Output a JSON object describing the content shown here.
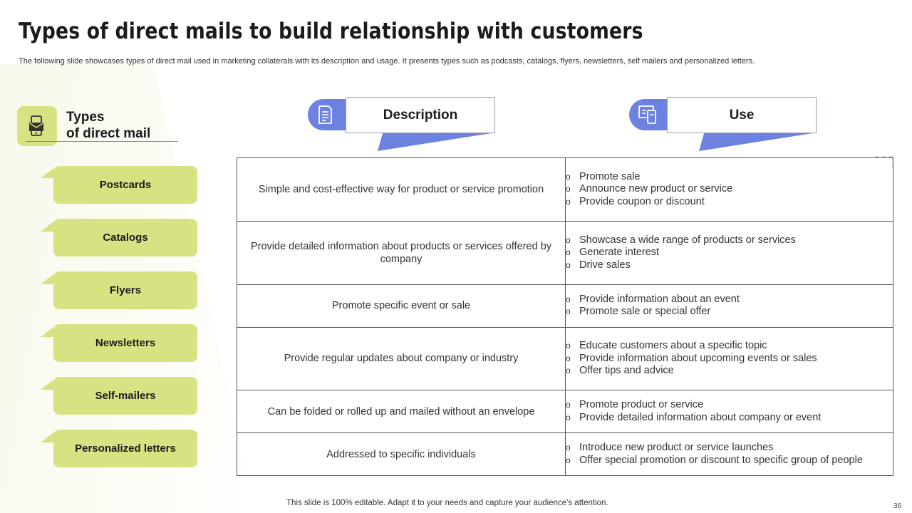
{
  "slide": {
    "title": "Types of direct mails to build relationship with customers",
    "subtitle": "The following slide showcases types of direct mail used in marketing collaterals with its description and usage. It presents types such as podcasts, catalogs, flyers, newsletters, self mailers and personalized letters.",
    "types_heading_line1": "Types",
    "types_heading_line2": "of direct mail",
    "description_header": "Description",
    "use_header": "Use",
    "footer": "This slide is 100% editable. Adapt it to your needs and capture your audience's attention.",
    "page_number": "36"
  },
  "colors": {
    "accent_green": "#d9e283",
    "accent_blue": "#6d82e0"
  },
  "icons": {
    "types": "mobile-mail-icon",
    "description": "document-icon",
    "use": "device-usage-icon"
  },
  "rows": [
    {
      "type": "Postcards",
      "description": "Simple and cost-effective way for product or service promotion",
      "uses": [
        "Promote sale",
        "Announce new product or service",
        "Provide coupon or discount"
      ]
    },
    {
      "type": "Catalogs",
      "description": "Provide detailed information about products or services offered by company",
      "uses": [
        "Showcase a wide range of products or services",
        "Generate interest",
        "Drive sales"
      ]
    },
    {
      "type": "Flyers",
      "description": "Promote specific event or sale",
      "uses": [
        "Provide information about an event",
        "Promote sale or special offer"
      ]
    },
    {
      "type": "Newsletters",
      "description": "Provide regular updates about company or industry",
      "uses": [
        "Educate customers about a specific topic",
        "Provide information about upcoming events or sales",
        "Offer tips and advice"
      ]
    },
    {
      "type": "Self-mailers",
      "description": "Can be folded or rolled up and mailed without an envelope",
      "uses": [
        "Promote product or service",
        "Provide detailed information about company or event"
      ]
    },
    {
      "type": "Personalized letters",
      "description": "Addressed to specific individuals",
      "uses": [
        "Introduce new product or service launches",
        "Offer special promotion or discount to specific group of people"
      ]
    }
  ]
}
